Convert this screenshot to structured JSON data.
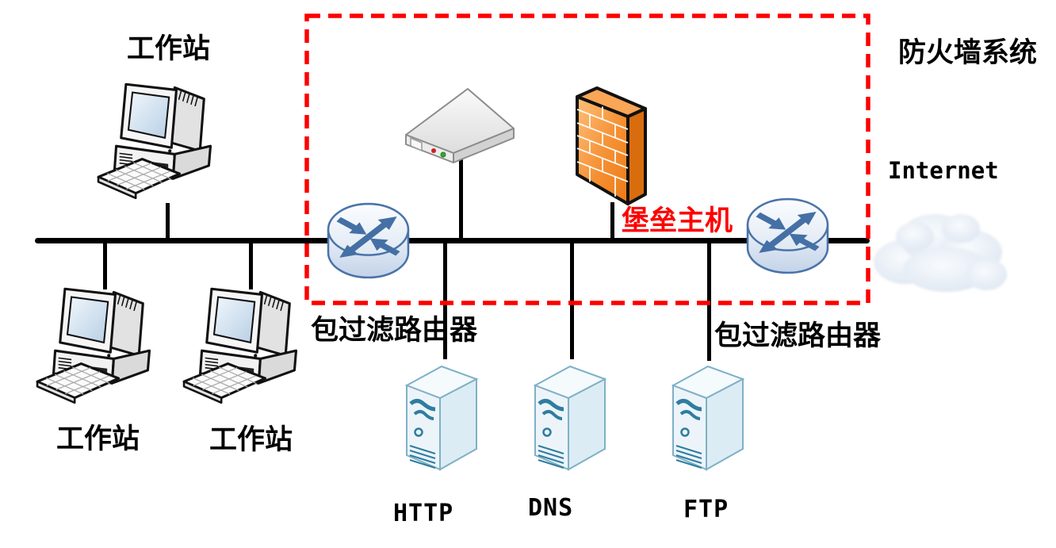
{
  "zone": {
    "label": "防火墙系统",
    "border_color": "#fe0000",
    "border_style": "dashed"
  },
  "internet": {
    "label": "Internet"
  },
  "bastion": {
    "label": "堡垒主机",
    "label_color": "#fe0000"
  },
  "workstations": {
    "top": "工作站",
    "left": "工作站",
    "middle": "工作站"
  },
  "packet_filter_routers": {
    "left": "包过滤路由器",
    "right": "包过滤路由器"
  },
  "servers": {
    "http": "HTTP",
    "dns": "DNS",
    "ftp": "FTP"
  },
  "colors": {
    "bus_line": "#000000",
    "label_text": "#000000",
    "zone_red": "#fe0000",
    "firewall_orange": "#f08223",
    "router_blue": "#4470a5",
    "server_teal": "#2e7d9e",
    "device_gray": "#e8e8e8",
    "cloud_blue": "#dde6f0"
  },
  "icons": {
    "workstation": "workstation-icon",
    "router": "packet-filter-router-icon",
    "firewall": "firewall-brick-icon",
    "bastion_device": "bastion-device-icon",
    "server": "server-tower-icon",
    "cloud": "internet-cloud-icon"
  }
}
